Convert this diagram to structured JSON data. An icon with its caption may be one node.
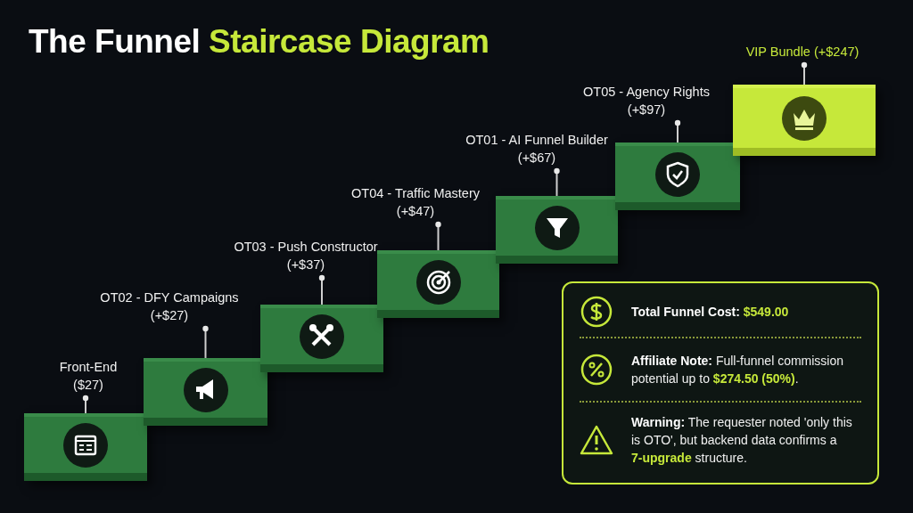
{
  "diagram": {
    "title": "The Funnel Staircase Diagram",
    "nodes": [
      {
        "text": [
          "Front-End ($27)"
        ]
      },
      {
        "text": [],
        "shape": "box"
      },
      {
        "text": [
          "OT02 - DFY Campaigns (+$27)"
        ]
      },
      {
        "text": [],
        "shape": "box"
      },
      {
        "text": [
          "OT03 - Push Constructor (+$37)"
        ]
      },
      {
        "text": [],
        "shape": "box"
      },
      {
        "text": [
          "OT04 - Traffic Mastery (+$47)"
        ]
      },
      {
        "text": [],
        "shape": "box"
      },
      {
        "text": [
          "OT01 - AI Funnel Builder (+$67)"
        ]
      },
      {
        "text": [],
        "shape": "box"
      },
      {
        "text": [
          "OT05 - Agency Rights (+$97)"
        ]
      },
      {
        "text": [],
        "shape": "box"
      },
      {
        "text": [
          "VIP Bundle (+$247)"
        ]
      },
      {
        "text": [],
        "shape": "box"
      },
      {
        "text": [
          "**Total Funnel Cost:** **$549.00**",
          "**Affiliate Note:** Full-funnel commission potential up to **$274.50 (50%)**.",
          "**Warning:** The requester noted 'only this is OTO', but backend data confirms a **7-upgrade** structure."
        ]
      }
    ],
    "edges": [
      {
        "from": 0,
        "to": 1,
        "arrow": "other"
      },
      {
        "from": 2,
        "to": 3,
        "arrow": "other"
      },
      {
        "from": 4,
        "to": 5,
        "arrow": "other"
      },
      {
        "from": 6,
        "to": 7,
        "arrow": "other"
      },
      {
        "from": 8,
        "to": 9,
        "arrow": "other"
      },
      {
        "from": 10,
        "to": 11,
        "arrow": "other"
      },
      {
        "from": 12,
        "to": 13,
        "arrow": "other"
      }
    ]
  }
}
